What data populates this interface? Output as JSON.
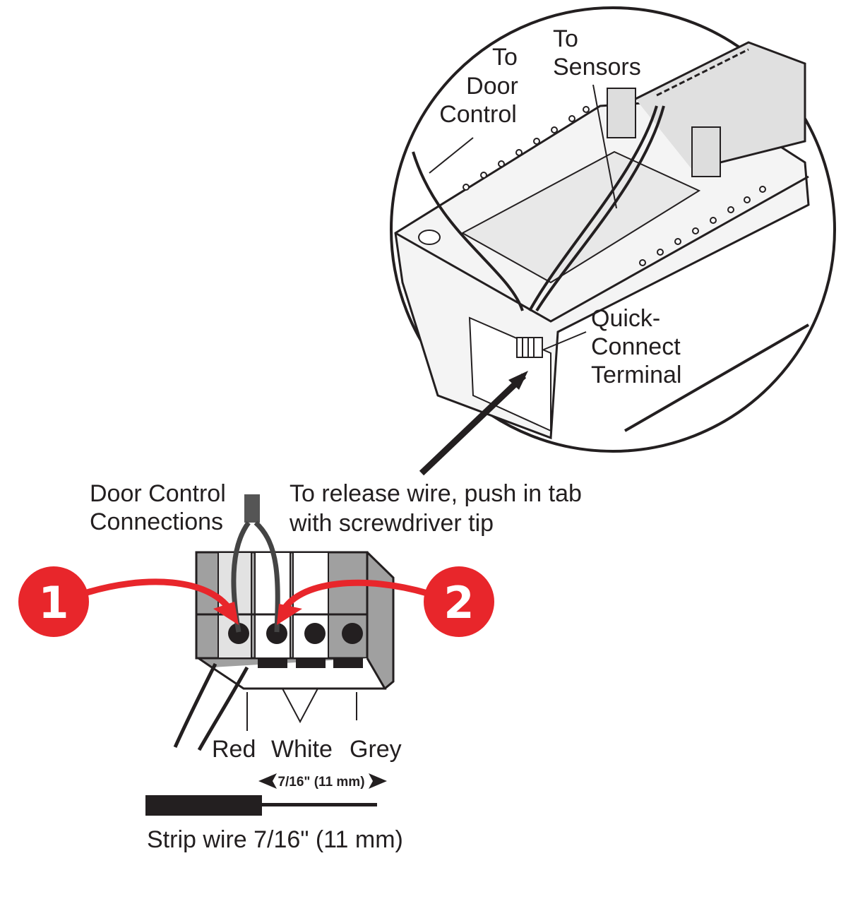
{
  "callout_circle": {
    "to_door_control": [
      "To",
      "Door",
      "Control"
    ],
    "to_sensors": [
      "To",
      "Sensors"
    ],
    "quick_connect_terminal": [
      "Quick-",
      "Connect",
      "Terminal"
    ]
  },
  "terminal_detail": {
    "door_control_connections": [
      "Door Control",
      "Connections"
    ],
    "release_instruction": [
      "To release wire, push in tab",
      "with screwdriver tip"
    ],
    "step_markers": [
      "1",
      "2"
    ],
    "wire_colors": [
      "Red",
      "White",
      "Grey"
    ],
    "strip_dimension": "7/16\" (11 mm)",
    "strip_instruction": "Strip wire 7/16\" (11 mm)"
  },
  "colors": {
    "marker_red": "#e8262b",
    "terminal_grey": "#a0a0a0",
    "ink": "#231f20"
  }
}
